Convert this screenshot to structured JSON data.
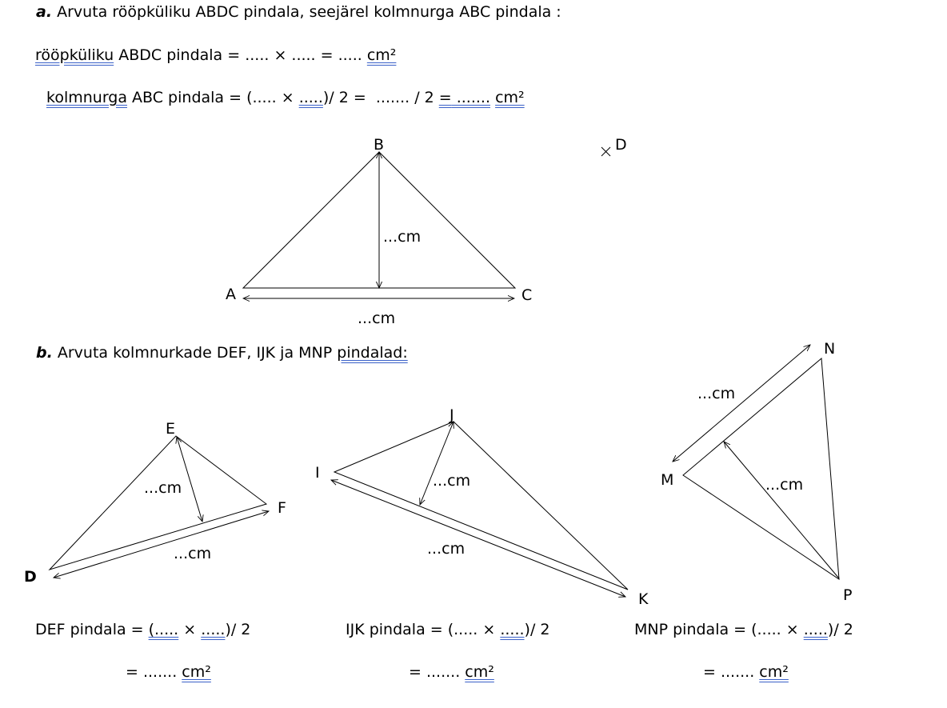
{
  "part_a": {
    "letter": "a.",
    "instruction": "Arvuta rööpküliku ABDC pindala, seejärel kolmnurga ABC pindala :",
    "para_word": "rööpküliku",
    "para_formula": " ABDC pindala = ..... × ..... = ..... ",
    "para_unit": "cm²",
    "tri_word": "kolmnurga",
    "tri_formula_1": " ABC pindala = (..... × ",
    "tri_blank": ".....",
    "tri_formula_2": ")/ 2 =  ....... / 2 ",
    "tri_eq": "=",
    "tri_blank2": " .......",
    "tri_space": " ",
    "tri_unit": "cm²",
    "labels": {
      "A": "A",
      "B": "B",
      "C": "C",
      "D": "D"
    },
    "height_label": "...cm",
    "base_label": "...cm"
  },
  "part_b": {
    "letter": "b.",
    "instruction": "Arvuta kolmnurkade DEF, IJK ja MNP ",
    "instruction_word": "pindalad:",
    "labels": {
      "D": "D",
      "E": "E",
      "F": "F",
      "I": "I",
      "J": "J",
      "K": "K",
      "M": "M",
      "N": "N",
      "P": "P"
    },
    "def_height": "...cm",
    "def_base": "...cm",
    "ijk_height": "...cm",
    "ijk_base": "...cm",
    "mnp_side": "...cm",
    "mnp_height": "...cm",
    "def_area_1": "DEF pindala = ",
    "def_area_b1": "(.....",
    "def_area_2": " × ",
    "def_area_b2": ".....",
    "def_area_3": ")/ 2",
    "ijk_area_1": "IJK pindala = (..... × ",
    "ijk_area_b": ".....",
    "ijk_area_2": ")/ 2",
    "mnp_area_1": "MNP pindala = (..... × ",
    "mnp_area_b": ".....",
    "mnp_area_2": ")/ 2",
    "result_prefix": "= ....... ",
    "result_unit": "cm²"
  }
}
